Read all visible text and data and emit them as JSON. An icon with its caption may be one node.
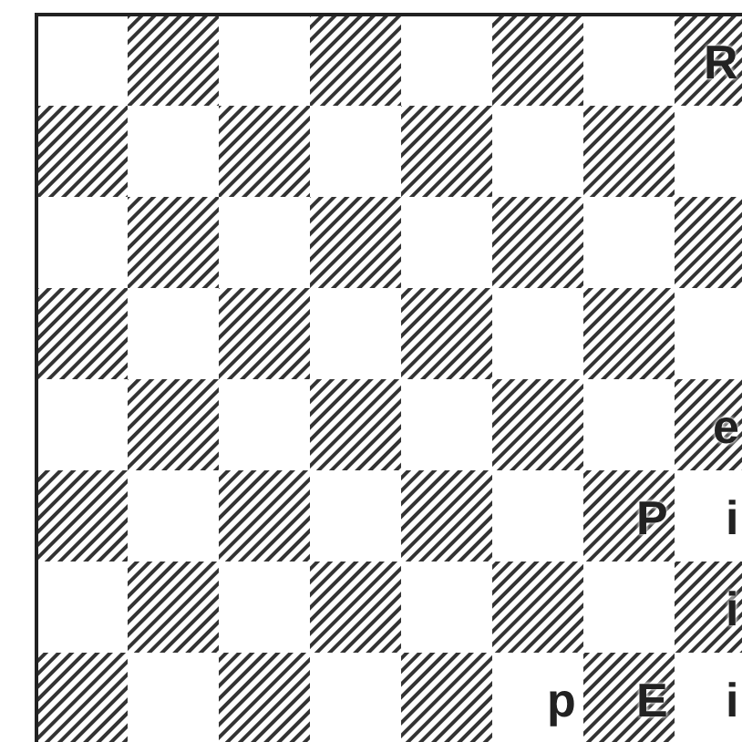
{
  "diagram": {
    "labels": [
      "R",
      "e",
      "P",
      "i",
      "i",
      "p",
      "E",
      "i"
    ]
  }
}
